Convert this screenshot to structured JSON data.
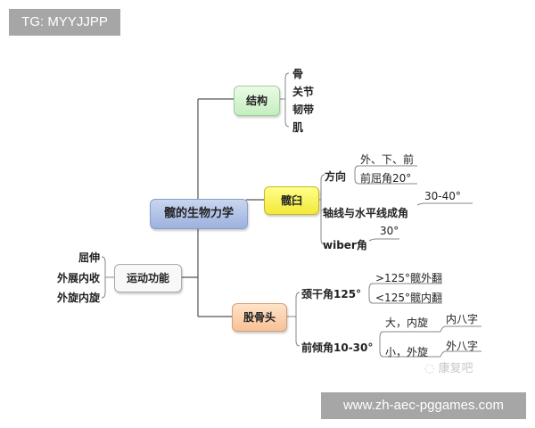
{
  "watermarks": {
    "top": "TG: MYYJJPP",
    "bottom": "www.zh-aec-pggames.com",
    "logo": "康复吧"
  },
  "mindmap": {
    "central": "髋的生物力学",
    "branches": {
      "structure": {
        "label": "结构",
        "color": "#c5eec0",
        "children": [
          "骨",
          "关节",
          "韧带",
          "肌"
        ]
      },
      "hip_socket": {
        "label": "髋臼",
        "color": "#f3e83a",
        "children": [
          {
            "label": "方向",
            "children": [
              "外、下、前",
              "前屈角20°"
            ]
          },
          {
            "label": "轴线与水平线成角",
            "children": [
              "30-40°"
            ]
          },
          {
            "label": "wiber角",
            "children": [
              "30°"
            ]
          }
        ]
      },
      "femoral_head": {
        "label": "股骨头",
        "color": "#f7c197",
        "children": [
          {
            "label": "颈干角125°",
            "children": [
              ">125°髋外翻",
              "<125°髋内翻"
            ]
          },
          {
            "label": "前倾角10-30°",
            "children": [
              {
                "label": "大，内旋",
                "children": [
                  "内八字"
                ]
              },
              {
                "label": "小，外旋",
                "children": [
                  "外八字"
                ]
              }
            ]
          }
        ]
      },
      "motion": {
        "label": "运动功能",
        "color": "#f8f8f8",
        "children": [
          "屈伸",
          "外展内收",
          "外旋内旋"
        ]
      }
    }
  }
}
